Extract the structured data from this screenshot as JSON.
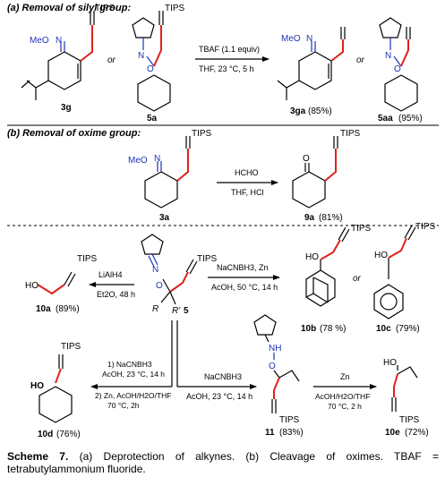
{
  "section_a": {
    "title": "(a) Removal of silyl group:"
  },
  "section_b": {
    "title": "(b) Removal of oxime group:"
  },
  "labels": {
    "tips": "TIPS",
    "meo": "MeO",
    "n": "N",
    "o": "O",
    "ho": "HO",
    "nh": "NH",
    "r": "R",
    "r_prime": "R'",
    "or": "or",
    "five": "5"
  },
  "reactions": {
    "a": {
      "reagent": "TBAF (1.1 equiv)",
      "conditions": "THF, 23 °C, 5 h"
    },
    "b": {
      "reagent": "HCHO",
      "conditions": "THF, HCl"
    },
    "lialh4": {
      "reagent": "LiAlH4",
      "conditions": "Et2O, 48 h"
    },
    "nacnbh3_zn": {
      "reagent": "NaCNBH3, Zn",
      "conditions": "AcOH, 50 °C, 14 h"
    },
    "twostep": {
      "step1": "1) NaCNBH3",
      "step1b": "AcOH, 23 °C, 14 h",
      "step2": "2) Zn, AcOH/H2O/THF",
      "step2b": "70 °C, 2h"
    },
    "nacnbh3": {
      "reagent": "NaCNBH3",
      "conditions": "AcOH, 23 °C, 14 h"
    },
    "zn": {
      "reagent": "Zn",
      "conditions": "AcOH/H2O/THF",
      "conditions2": "70 °C, 2 h"
    }
  },
  "compounds": {
    "c3g": {
      "label": "3g"
    },
    "c5a": {
      "label": "5a"
    },
    "c3ga": {
      "label": "3ga",
      "yield": "(85%)"
    },
    "c5aa": {
      "label": "5aa",
      "yield": "(95%)"
    },
    "c3a": {
      "label": "3a"
    },
    "c9a": {
      "label": "9a",
      "yield": "(81%)"
    },
    "c10a": {
      "label": "10a",
      "yield": "(89%)"
    },
    "c10b": {
      "label": "10b",
      "yield": "(78 %)"
    },
    "c10c": {
      "label": "10c",
      "yield": "(79%)"
    },
    "c10d": {
      "label": "10d",
      "yield": "(76%)"
    },
    "c11": {
      "label": "11",
      "yield": "(83%)"
    },
    "c10e": {
      "label": "10e",
      "yield": "(72%)"
    }
  },
  "caption": {
    "bold": "Scheme 7.",
    "text": " (a) Deprotection of alkynes. (b) Cleavage of oximes. TBAF = tetrabutylammonium fluoride."
  },
  "colors": {
    "highlight": "#e0211c",
    "heteroatom": "#1c34b4"
  }
}
